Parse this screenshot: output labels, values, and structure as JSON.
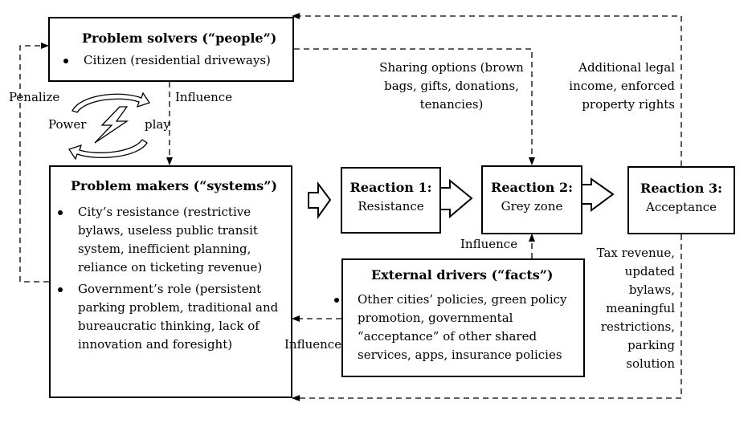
{
  "solvers": {
    "title": "Problem solvers (“people”)",
    "items": [
      "Citizen (residential driveways)"
    ]
  },
  "makers": {
    "title": "Problem makers (“systems”)",
    "items": [
      "City’s resistance (restrictive bylaws, useless public transit system, inefficient planning, reliance on ticketing revenue)",
      "Government’s role (persistent parking problem, traditional and bureaucratic thinking, lack of innovation and foresight)"
    ]
  },
  "reaction1": {
    "title": "Reaction 1:",
    "label": "Resistance"
  },
  "reaction2": {
    "title": "Reaction 2:",
    "label": "Grey zone"
  },
  "reaction3": {
    "title": "Reaction 3:",
    "label": "Acceptance"
  },
  "drivers": {
    "title": "External drivers (“facts”)",
    "items": [
      "Other cities’ policies, green policy promotion, governmental “acceptance” of other shared services, apps, insurance policies"
    ]
  },
  "labels": {
    "penalize": "Penalize",
    "power": "Power",
    "play": "play",
    "influence_top": "Influence",
    "influence_mid": "Influence",
    "influence_bottom": "Influence",
    "sharing_options": "Sharing options (brown bags, gifts, donations, tenancies)",
    "additional_income": "Additional legal income, enforced property rights",
    "tax_revenue": "Tax revenue, updated bylaws, meaningful restrictions, parking solution"
  },
  "icons": [
    "lightning-icon",
    "cycle-arrows-icon",
    "block-arrow-icon"
  ]
}
